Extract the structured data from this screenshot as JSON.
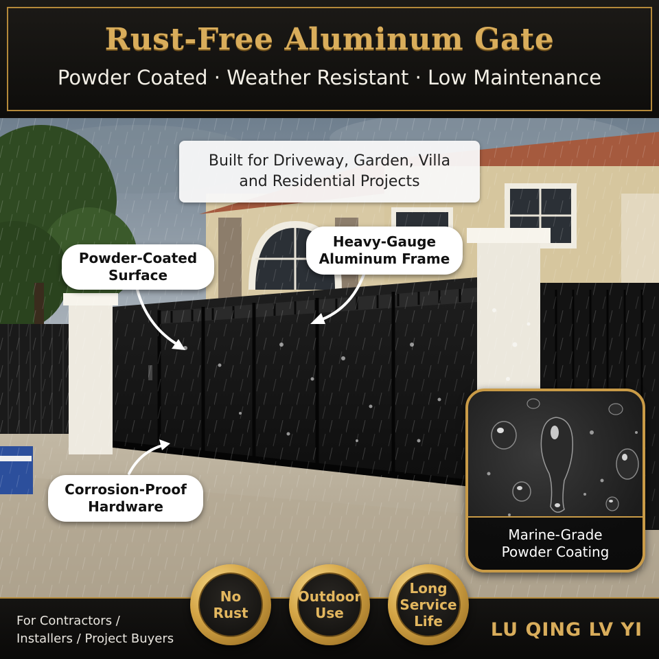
{
  "header": {
    "title": "Rust-Free Aluminum Gate",
    "subtitle": "Powder Coated · Weather Resistant · Low Maintenance"
  },
  "scene": {
    "projects": {
      "line1": "Built for Driveway, Garden, Villa",
      "line2": "and Residential Projects"
    },
    "callouts": {
      "powder_surface": [
        "Powder-Coated",
        "Surface"
      ],
      "frame": [
        "Heavy-Gauge",
        "Aluminum Frame"
      ],
      "hardware": [
        "Corrosion-Proof",
        "Hardware"
      ]
    },
    "inset": {
      "line1": "Marine-Grade",
      "line2": "Powder Coating"
    }
  },
  "badges": [
    {
      "line1": "No",
      "line2": "Rust",
      "line3": ""
    },
    {
      "line1": "Outdoor",
      "line2": "Use",
      "line3": ""
    },
    {
      "line1": "Long",
      "line2": "Service",
      "line3": "Life"
    }
  ],
  "footer": {
    "audience_line1": "For Contractors /",
    "audience_line2": "Installers / Project Buyers",
    "brand": "LU QING LV YI"
  },
  "colors": {
    "gold": "#d9ad5b",
    "gold_border": "#b58a3a",
    "gate": "#141414",
    "dark_bg": "#0e0d0b"
  }
}
